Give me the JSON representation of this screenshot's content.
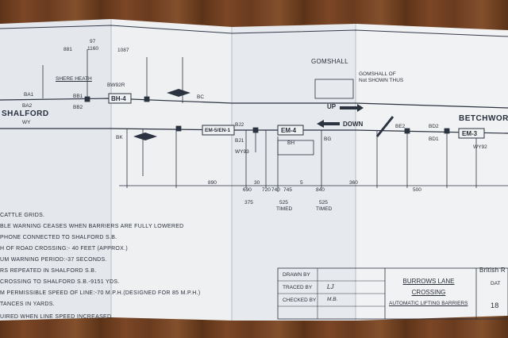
{
  "stations": {
    "shalford": "SHALFORD",
    "shalford_code": "WY",
    "gomshall": "GOMSHALL",
    "gomshall_note": "GOMSHALL OF",
    "gomshall_note2": "Not SHOWN THUS",
    "betchworth": "BETCHWORT"
  },
  "signals": {
    "ba1": "BA1",
    "ba2": "BA2",
    "bb1": "BB1",
    "bb2": "BB2",
    "bw92r": "BW92R",
    "bc": "BC",
    "bk": "BK",
    "bj2": "BJ2",
    "bj1": "BJ1",
    "wy93": "WY93",
    "bh": "BH",
    "bg": "BG",
    "be2": "BE2",
    "bd2": "BD2",
    "bd1": "BD1",
    "wy92": "WY92"
  },
  "places": {
    "shere_heath": "SHERE HEATH"
  },
  "track_boxes": {
    "bh4": "BH-4",
    "em5": "EM-5/EN-1",
    "em4": "EM-4",
    "em3": "EM-3"
  },
  "directions": {
    "up": "UP",
    "down": "DOWN"
  },
  "distances": {
    "d890": "890",
    "d690": "690",
    "d30": "30",
    "d720": "720",
    "d740": "740",
    "d745": "745",
    "d840": "840",
    "d360": "360",
    "d375": "375",
    "d525a": "525",
    "d525b": "525",
    "timed1": "TIMED",
    "timed2": "TIMED",
    "d500": "500",
    "d1087": "1087",
    "d881": "881",
    "d1160": "1160",
    "d97": "97",
    "d5": "5"
  },
  "notes": [
    "CATTLE GRIDS.",
    "BLE WARNING CEASES WHEN BARRIERS ARE FULLY LOWERED",
    "PHONE CONNECTED TO SHALFORD S.B.",
    "H OF ROAD CROSSING:- 40 FEET (APPROX.)",
    "UM WARNING PERIOD:-37 SECONDS.",
    "RS REPEATED IN SHALFORD S.B.",
    "CROSSING TO SHALFORD S.B.-9151 YDS.",
    "M PERMISSIBLE SPEED OF LINE:-70 M.P.H.(DESIGNED FOR 85 M.P.H.)",
    "TANCES IN YARDS.",
    "UIRED WHEN LINE SPEED INCREASED."
  ],
  "title_block": {
    "drawn_by": "DRAWN BY",
    "traced_by": "TRACED BY",
    "traced_initials": "LJ",
    "checked_by": "CHECKED BY",
    "checked_initials": "M.B.",
    "title_line1": "BURROWS LANE",
    "title_line2": "CROSSING",
    "subtitle": "AUTOMATIC LIFTING BARRIERS",
    "org": "British R",
    "date_lbl": "DAT",
    "number": "18"
  },
  "colors": {
    "ink": "#2a2f3a",
    "paper": "#e9ecef",
    "wood": "#6b3f22"
  }
}
